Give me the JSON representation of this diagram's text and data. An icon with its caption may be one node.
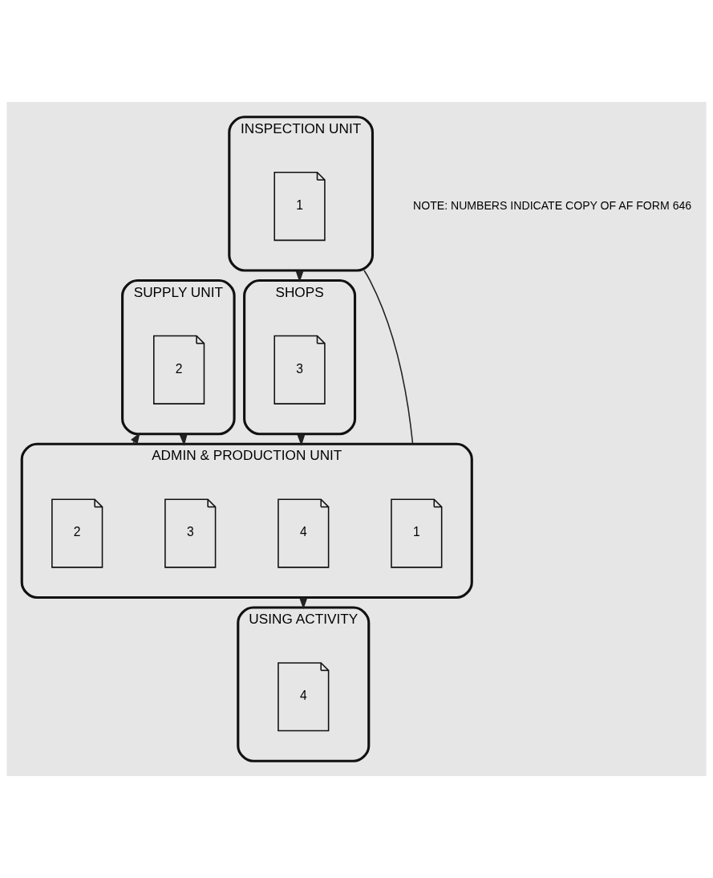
{
  "diagram": {
    "nodes": [
      {
        "text": [
          "INSPECTION UNIT"
        ]
      },
      {
        "text": [
          "1"
        ],
        "in": 0
      },
      {
        "text": [
          "SUPPLY UNIT"
        ]
      },
      {
        "text": [
          "2"
        ],
        "in": 2
      },
      {
        "text": [
          "SHOPS"
        ]
      },
      {
        "text": [
          "3"
        ],
        "in": 4
      },
      {
        "text": [
          "ADMIN & PRODUCTION UNIT"
        ]
      },
      {
        "text": [
          "1"
        ],
        "in": 6
      },
      {
        "text": [
          "2"
        ],
        "in": 6
      },
      {
        "text": [
          "3"
        ],
        "in": 6
      },
      {
        "text": [
          "4"
        ],
        "in": 6
      },
      {
        "text": [
          "USING ACTIVITY"
        ]
      },
      {
        "text": [
          "4"
        ],
        "in": 11
      }
    ],
    "edges": [
      {
        "from": 0,
        "to": 4,
        "arrow": "to"
      },
      {
        "from": 0,
        "to": 6,
        "arrow": "none"
      },
      {
        "from": 6,
        "to": 2,
        "arrow": "to"
      },
      {
        "from": 2,
        "to": 6,
        "arrow": "to"
      },
      {
        "from": 4,
        "to": 6,
        "arrow": "to"
      },
      {
        "from": 6,
        "to": 11,
        "arrow": "to"
      }
    ],
    "labels": [
      "NOTE: NUMBERS INDICATE COPY OF AF FORM 646"
    ]
  }
}
